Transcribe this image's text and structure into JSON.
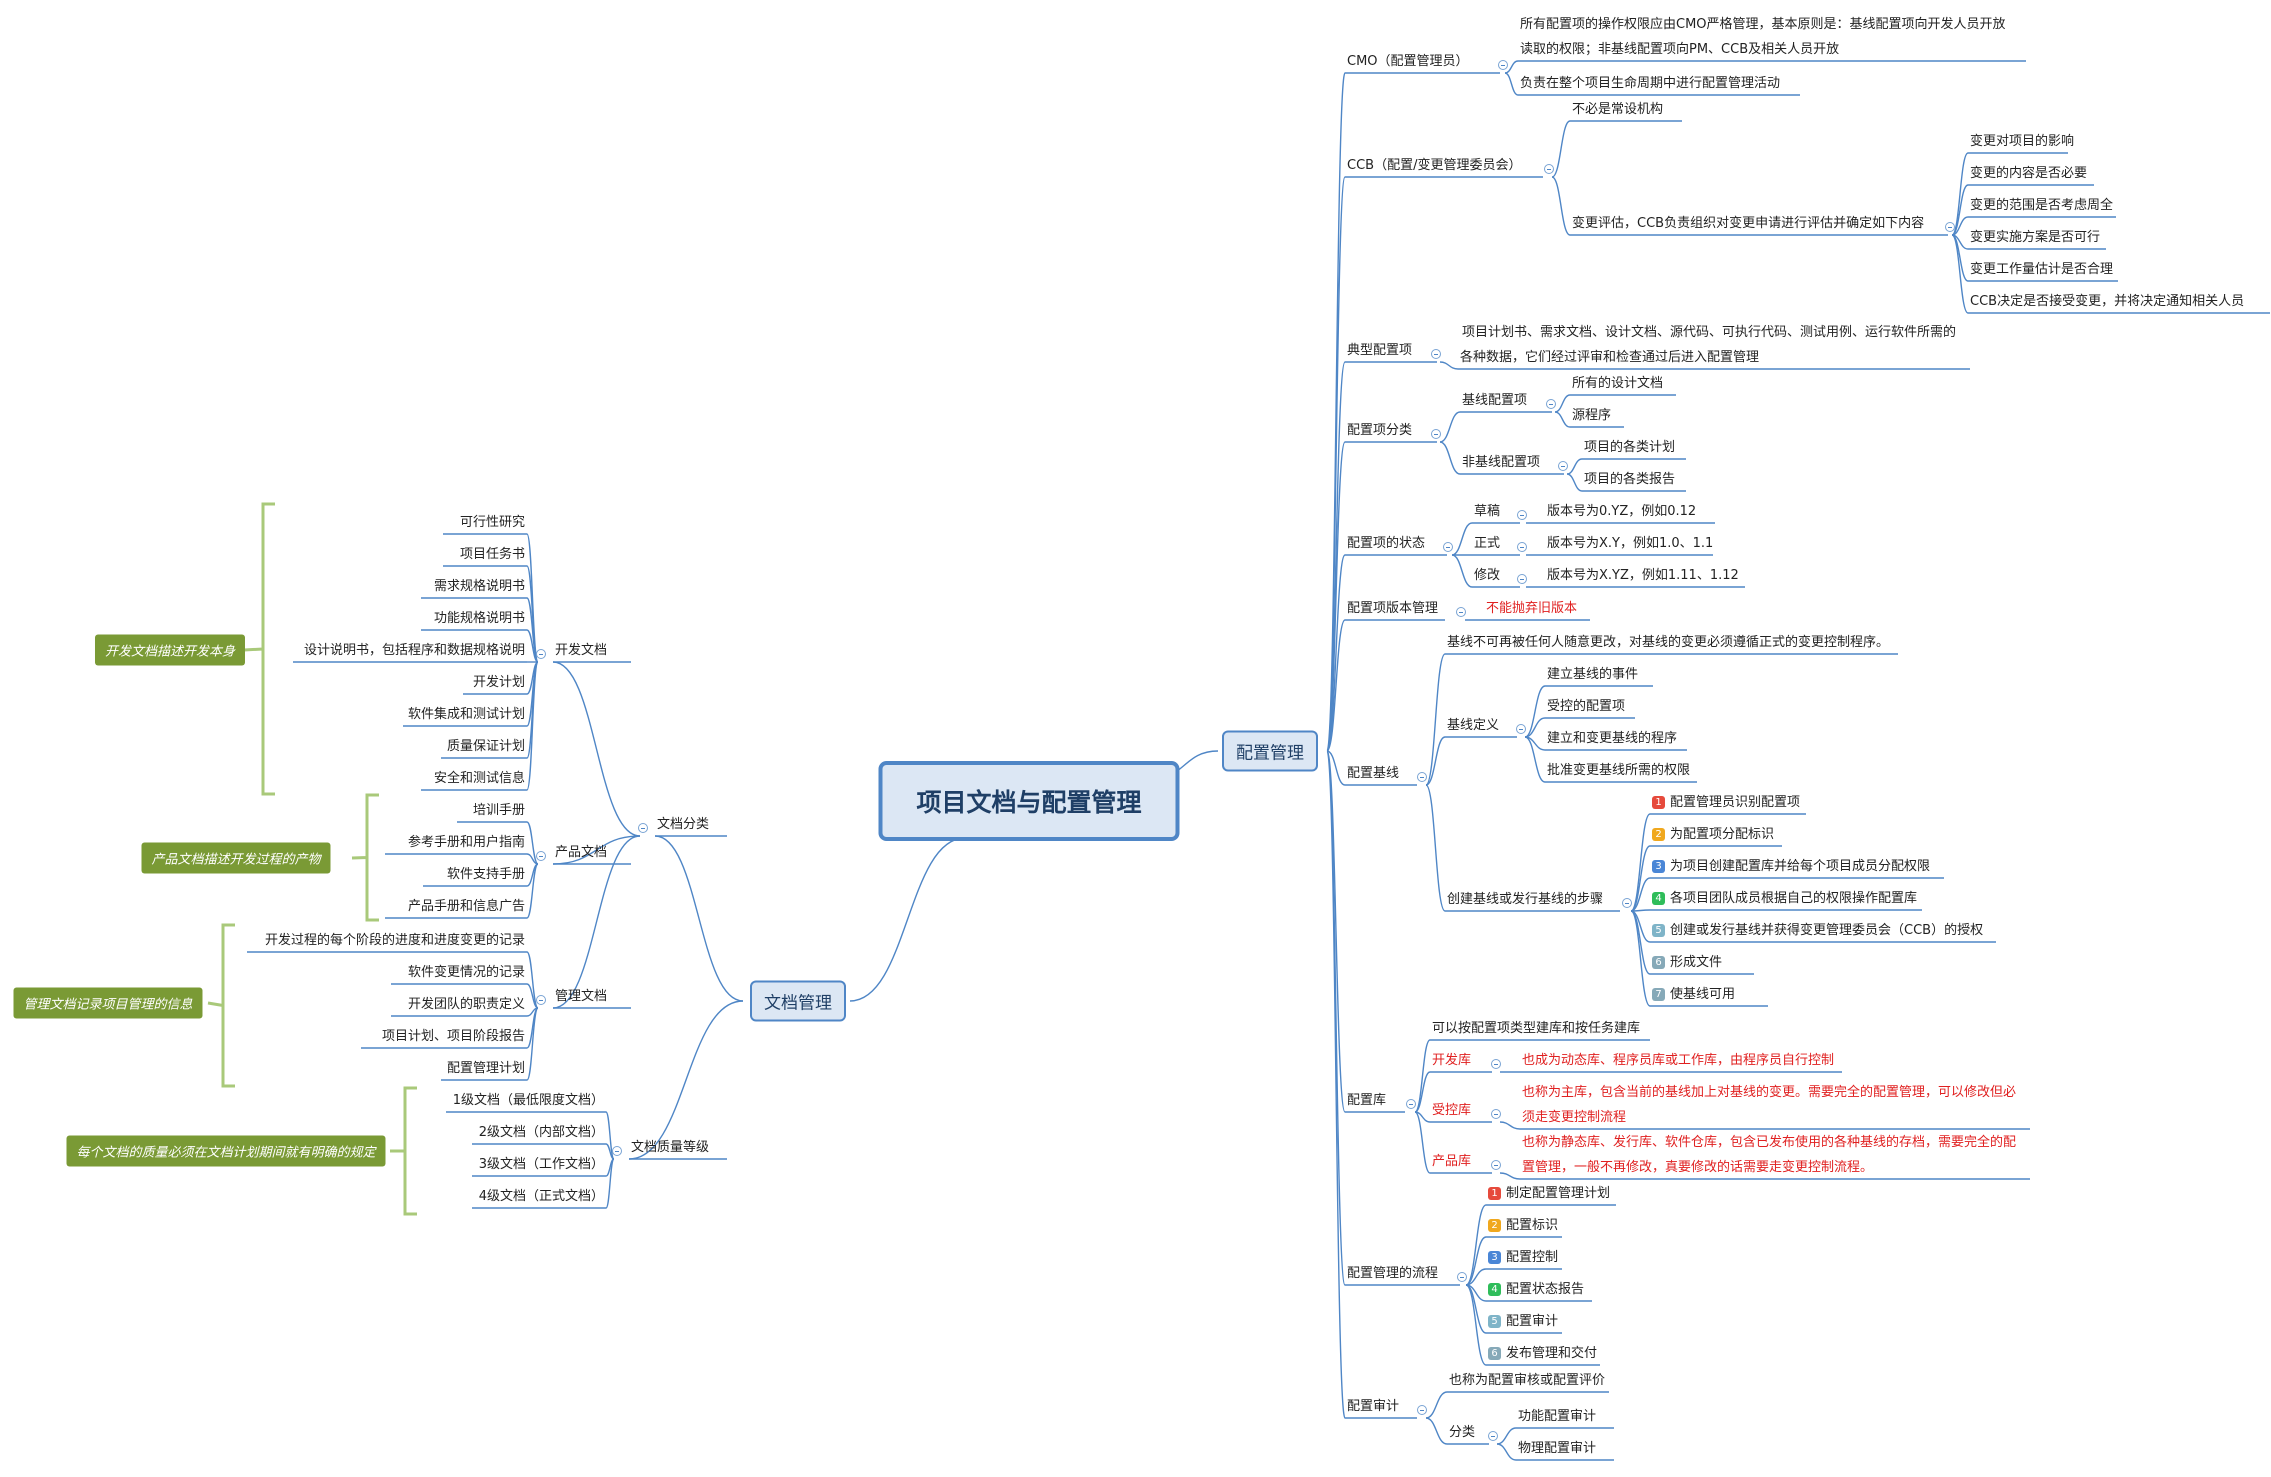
{
  "root": "项目文档与配置管理",
  "cm": {
    "title": "配置管理",
    "cmo": {
      "label": "CMO（配置管理员）",
      "c1a": "所有配置项的操作权限应由CMO严格管理，基本原则是：基线配置项向开发人员开放",
      "c1b": "读取的权限；非基线配置项向PM、CCB及相关人员开放",
      "c2": "负责在整个项目生命周期中进行配置管理活动"
    },
    "ccb": {
      "label": "CCB（配置/变更管理委员会）",
      "c1": "不必是常设机构",
      "eval": "变更评估，CCB负责组织对变更申请进行评估并确定如下内容",
      "items": [
        "变更对项目的影响",
        "变更的内容是否必要",
        "变更的范围是否考虑周全",
        "变更实施方案是否可行",
        "变更工作量估计是否合理",
        "CCB决定是否接受变更，并将决定通知相关人员"
      ]
    },
    "typical": {
      "label": "典型配置项",
      "l1": "项目计划书、需求文档、设计文档、源代码、可执行代码、测试用例、运行软件所需的",
      "l2": "各种数据，它们经过评审和检查通过后进入配置管理"
    },
    "cls": {
      "label": "配置项分类",
      "baseline": "基线配置项",
      "b1": "所有的设计文档",
      "b2": "源程序",
      "nonbase": "非基线配置项",
      "n1": "项目的各类计划",
      "n2": "项目的各类报告"
    },
    "state": {
      "label": "配置项的状态",
      "rows": [
        {
          "k": "草稿",
          "v": "版本号为0.YZ，例如0.12"
        },
        {
          "k": "正式",
          "v": "版本号为X.Y，例如1.0、1.1"
        },
        {
          "k": "修改",
          "v": "版本号为X.YZ，例如1.11、1.12"
        }
      ]
    },
    "version": {
      "label": "配置项版本管理",
      "v": "不能抛弃旧版本"
    },
    "baseline": {
      "label": "配置基线",
      "top": "基线不可再被任何人随意更改，对基线的变更必须遵循正式的变更控制程序。",
      "def": "基线定义",
      "defs": [
        "建立基线的事件",
        "受控的配置项",
        "建立和变更基线的程序",
        "批准变更基线所需的权限"
      ],
      "steps_label": "创建基线或发行基线的步骤",
      "steps": [
        "配置管理员识别配置项",
        "为配置项分配标识",
        "为项目创建配置库并给每个项目成员分配权限",
        "各项目团队成员根据自己的权限操作配置库",
        "创建或发行基线并获得变更管理委员会（CCB）的授权",
        "形成文件",
        "使基线可用"
      ]
    },
    "lib": {
      "label": "配置库",
      "top": "可以按配置项类型建库和按任务建库",
      "dev": "开发库",
      "dev_v": "也成为动态库、程序员库或工作库，由程序员自行控制",
      "ctl": "受控库",
      "ctl_a": "也称为主库，包含当前的基线加上对基线的变更。需要完全的配置管理，可以修改但必",
      "ctl_b": "须走变更控制流程",
      "prd": "产品库",
      "prd_a": "也称为静态库、发行库、软件仓库，包含已发布使用的各种基线的存档，需要完全的配",
      "prd_b": "置管理，一般不再修改，真要修改的话需要走变更控制流程。"
    },
    "flow": {
      "label": "配置管理的流程",
      "steps": [
        "制定配置管理计划",
        "配置标识",
        "配置控制",
        "配置状态报告",
        "配置审计",
        "发布管理和交付"
      ]
    },
    "audit": {
      "label": "配置审计",
      "top": "也称为配置审核或配置评价",
      "cls": "分类",
      "a1": "功能配置审计",
      "a2": "物理配置审计"
    }
  },
  "dm": {
    "title": "文档管理",
    "classify": "文档分类",
    "dev": {
      "label": "开发文档",
      "items": [
        "可行性研究",
        "项目任务书",
        "需求规格说明书",
        "功能规格说明书",
        "设计说明书，包括程序和数据规格说明",
        "开发计划",
        "软件集成和测试计划",
        "质量保证计划",
        "安全和测试信息"
      ],
      "note": "开发文档描述开发本身"
    },
    "prod": {
      "label": "产品文档",
      "items": [
        "培训手册",
        "参考手册和用户指南",
        "软件支持手册",
        "产品手册和信息广告"
      ],
      "note": "产品文档描述开发过程的产物"
    },
    "mgmt": {
      "label": "管理文档",
      "items": [
        "开发过程的每个阶段的进度和进度变更的记录",
        "软件变更情况的记录",
        "开发团队的职责定义",
        "项目计划、项目阶段报告",
        "配置管理计划"
      ],
      "note": "管理文档记录项目管理的信息"
    },
    "quality": {
      "label": "文档质量等级",
      "items": [
        "1级文档（最低限度文档）",
        "2级文档（内部文档）",
        "3级文档（工作文档）",
        "4级文档（正式文档）"
      ],
      "note": "每个文档的质量必须在文档计划期间就有明确的规定"
    }
  },
  "colors": {
    "line": "#4f86c6",
    "bracket": "#a9c97a",
    "note": "#7a9a35",
    "red": "#e02020",
    "badges": [
      "#e64a3c",
      "#f0a81e",
      "#4a86d6",
      "#2fbd5a",
      "#7fb4c8",
      "#86a9b8",
      "#86a9b8"
    ]
  }
}
